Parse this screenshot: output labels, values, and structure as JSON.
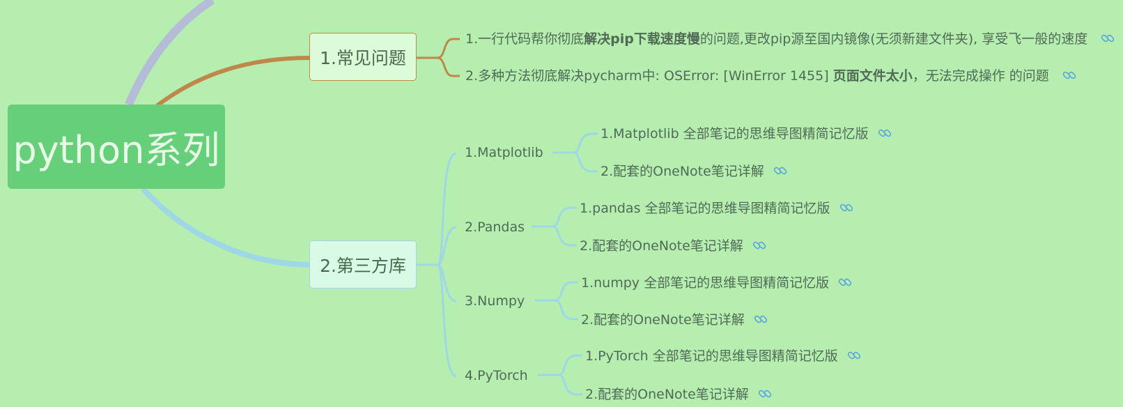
{
  "root": {
    "label": "python系列"
  },
  "branches": [
    {
      "label": "1.常见问题",
      "items": [
        {
          "parts": [
            {
              "t": "1.一行代码帮你彻底",
              "b": false
            },
            {
              "t": "解决pip下载速度慢",
              "b": true
            },
            {
              "t": "的问题,更改pip源至国内镜像(无须新建文件夹), 享受飞一般的速度",
              "b": false
            }
          ],
          "icon": "link-icon"
        },
        {
          "parts": [
            {
              "t": "2.多种方法彻底解决pycharm中: OSError: [WinError 1455] ",
              "b": false
            },
            {
              "t": "页面文件太小",
              "b": true
            },
            {
              "t": "，无法完成操作 的问题",
              "b": false
            }
          ],
          "icon": "link-icon"
        }
      ]
    },
    {
      "label": "2.第三方库",
      "children": [
        {
          "label": "1.Matplotlib",
          "items": [
            "1.Matplotlib 全部笔记的思维导图精简记忆版",
            "2.配套的OneNote笔记详解"
          ]
        },
        {
          "label": "2.Pandas",
          "items": [
            "1.pandas 全部笔记的思维导图精简记忆版",
            "2.配套的OneNote笔记详解"
          ]
        },
        {
          "label": "3.Numpy",
          "items": [
            "1.numpy 全部笔记的思维导图精简记忆版",
            "2.配套的OneNote笔记详解"
          ]
        },
        {
          "label": "4.PyTorch",
          "items": [
            "1.PyTorch 全部笔记的思维导图精简记忆版",
            "2.配套的OneNote笔记详解"
          ]
        }
      ]
    }
  ],
  "colors": {
    "background": "#b6eeb0",
    "root": "#66cf79",
    "branch_brown": "#c0874a",
    "branch_blue": "#9fd7e6",
    "branch_purple": "#b5bcd8",
    "text": "#4f6b55"
  }
}
